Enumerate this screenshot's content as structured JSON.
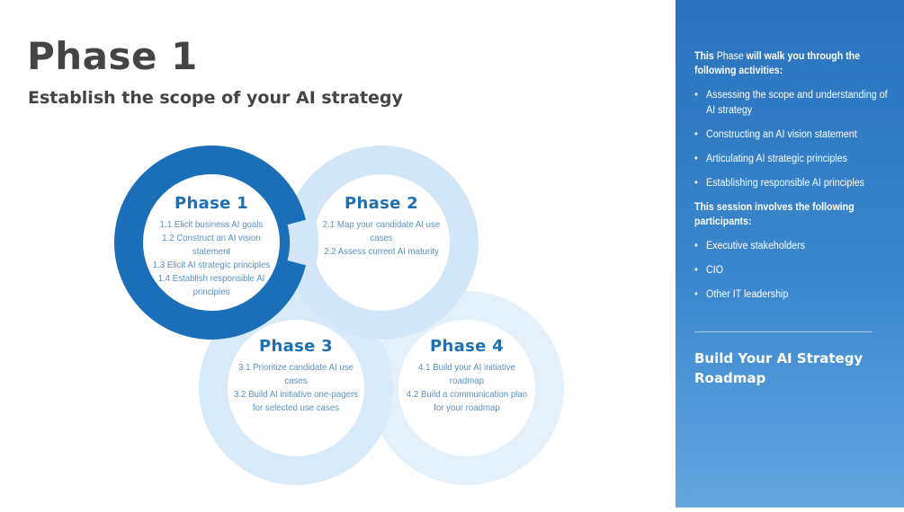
{
  "header": {
    "title": "Phase 1",
    "subtitle": "Establish the scope of your AI strategy"
  },
  "colors": {
    "phase1_ring": "#1a6fb8",
    "phase2_ring": "#d3e6f7",
    "phase3_ring": "#d9eaf8",
    "phase4_ring": "#e4f0fa",
    "title_text": "#1f6fb2",
    "item_text": "#5b8fbf",
    "sidebar_top": "#2a72bd",
    "sidebar_bottom": "#62a5de"
  },
  "phases": [
    {
      "title": "Phase 1",
      "items": [
        "1.1 Elicit business AI goals",
        "1.2 Construct an AI vision",
        "statement",
        "1.3 Elicit AI strategic principles",
        "1.4 Establish responsible AI",
        "principles"
      ]
    },
    {
      "title": "Phase 2",
      "items": [
        "2.1 Map your candidate AI use",
        "cases",
        "2.2 Assess current AI maturity"
      ]
    },
    {
      "title": "Phase 3",
      "items": [
        "3.1 Prioritize candidate AI use",
        "cases",
        "3.2 Build AI initiative one-pagers",
        "for selected use cases"
      ]
    },
    {
      "title": "Phase 4",
      "items": [
        "4.1 Build your AI initiative",
        "roadmap",
        "4.2 Build a communication plan",
        "for your roadmap"
      ]
    }
  ],
  "sidebar": {
    "activities_heading": {
      "part1": "This",
      "part2": " Phase",
      "part3": " will walk you through the following activities:"
    },
    "activities": [
      "Assessing the scope and understanding of AI strategy",
      "Constructing an AI vision statement",
      "Articulating AI strategic principles",
      "Establishing responsible AI principles"
    ],
    "participants_heading": "This session involves the following participants:",
    "participants": [
      "Executive stakeholders",
      "CIO",
      "Other IT leadership"
    ],
    "footer": "Build Your AI Strategy Roadmap",
    "bullet": "•"
  }
}
